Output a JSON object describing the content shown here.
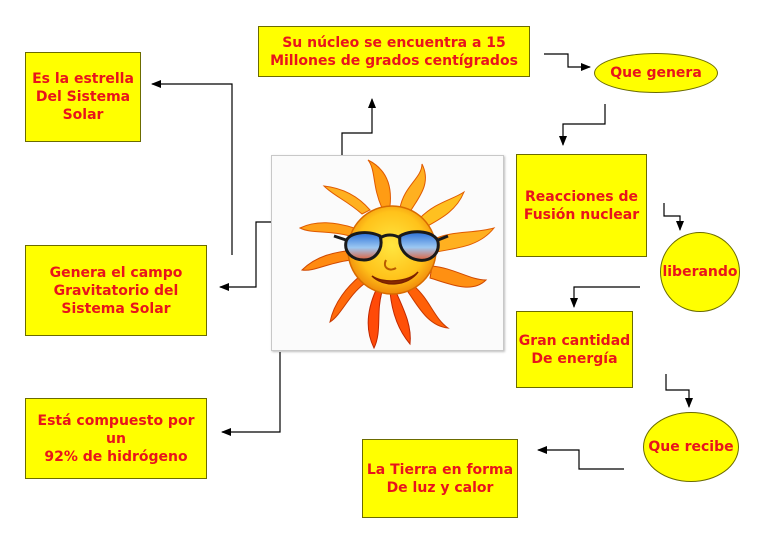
{
  "center": {
    "image": "sun-with-sunglasses"
  },
  "nodes": {
    "nucleus": "Su núcleo se encuentra a 15\nMillones de grados centígrados",
    "star": "Es la estrella\nDel Sistema\nSolar",
    "gravity": "Genera el campo\nGravitatorio del\nSistema Solar",
    "composition": "Está compuesto por un\n92% de hidrógeno",
    "generates": "Que genera",
    "fusion": "Reacciones de\nFusión nuclear",
    "releasing": "liberando",
    "energy": "Gran cantidad\nDe energía",
    "receives": "Que recibe",
    "earth": "La Tierra en forma\nDe luz y calor"
  },
  "colors": {
    "box_fill": "#ffff00",
    "text": "#e8141c",
    "arrow": "#000000"
  }
}
